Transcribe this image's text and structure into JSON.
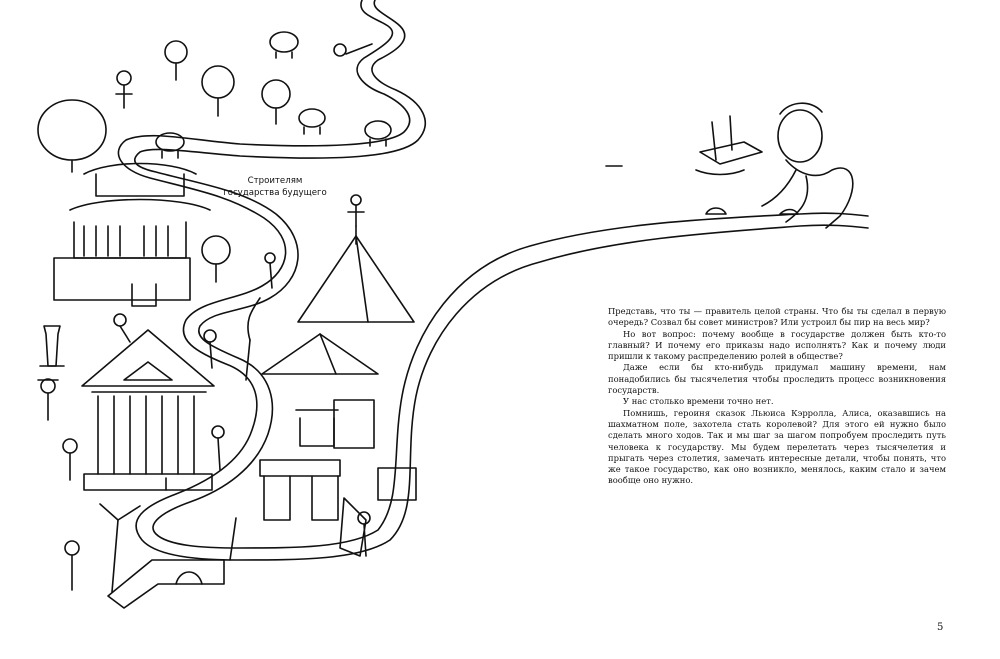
{
  "dedication": {
    "line1": "Строителям",
    "line2": "государства будущего"
  },
  "paragraphs": [
    "Представь, что ты — правитель целой страны. Что бы ты сделал в первую очередь? Созвал бы совет министров? Или устроил бы пир на весь мир?",
    "Но вот вопрос: почему вообще в государстве должен быть кто-то главный? И почему его приказы надо исполнять? Как и почему люди пришли к такому распределению ролей в обществе?",
    "Даже если бы кто-нибудь придумал машину времени, нам понадобились бы тысячелетия чтобы проследить процесс возникновения государств.",
    "У нас столько времени точно нет.",
    "Помнишь, героиня сказок Льюиса Кэрролла, Алиса, оказавшись на шахматном поле, захотела стать королевой? Для этого ей нужно было сделать много ходов. Так и мы шаг за шагом попробуем проследить путь человека к государству. Мы будем перелетать через тысячелетия и прыгать через столетия, замечать интересные детали, чтобы понять, что же такое государство, как оно возникло, менялось, каким стало и зачем вообще оно нужно."
  ],
  "page_number": "5",
  "illustration": {
    "icons": [
      "winding-road-icon",
      "pagoda-icon",
      "greek-temple-icon",
      "pyramid-icon",
      "stonehenge-icon",
      "tree-icon",
      "palm-tree-icon",
      "sheep-icon",
      "person-icon",
      "time-machine-icon",
      "scientist-icon"
    ],
    "ink_color": "#111111"
  }
}
